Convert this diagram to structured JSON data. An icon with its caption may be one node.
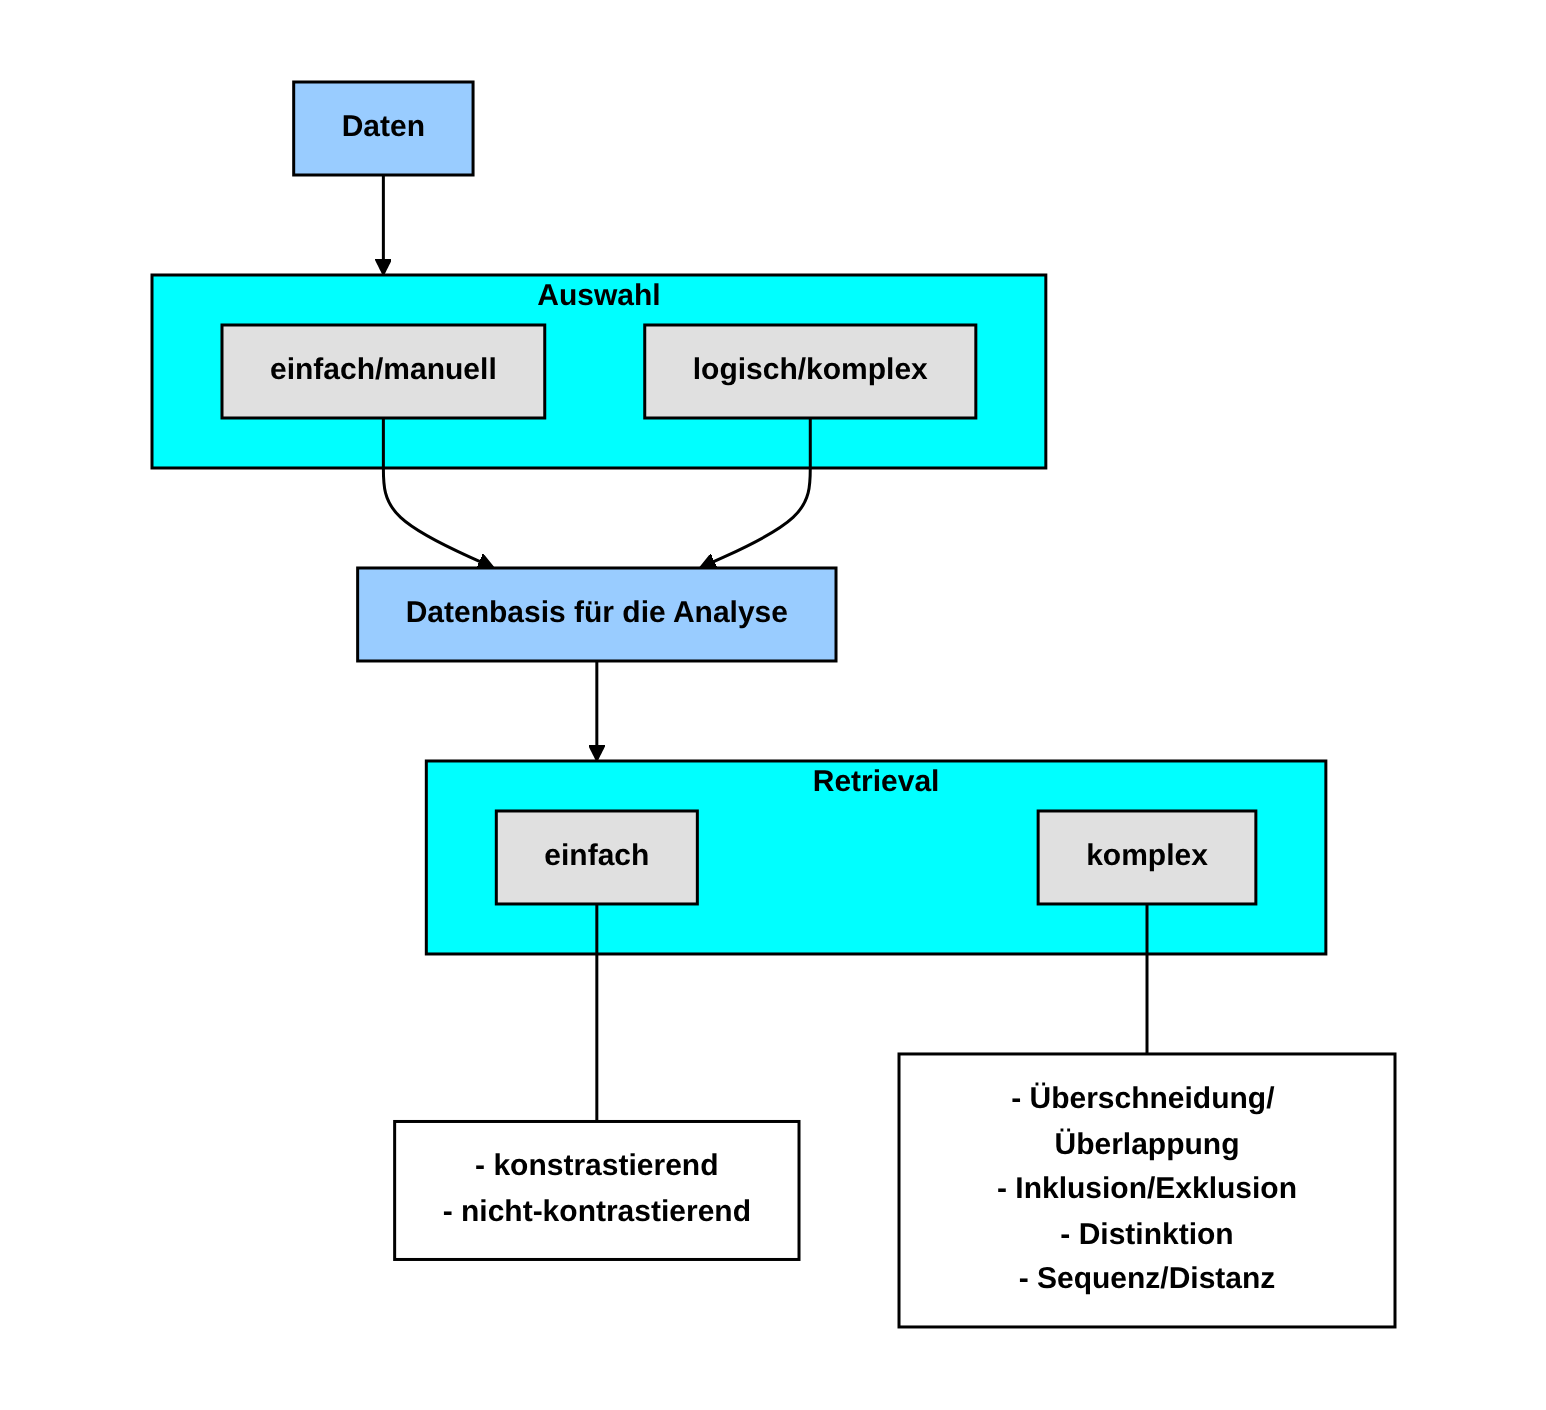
{
  "diagram": {
    "nodes": [
      {
        "text": [
          "Daten"
        ]
      },
      {
        "text": [
          "Auswahl"
        ]
      },
      {
        "text": [
          "einfach/manuell"
        ],
        "in": 1
      },
      {
        "text": [
          "logisch/komplex"
        ],
        "in": 1
      },
      {
        "text": [
          "Datenbasis für die Analyse"
        ]
      },
      {
        "text": [
          "Retrieval"
        ]
      },
      {
        "text": [
          "einfach"
        ],
        "in": 5
      },
      {
        "text": [
          "komplex"
        ],
        "in": 5
      },
      {
        "text": [
          "- konstrastierend",
          "- nicht-kontrastierend"
        ]
      },
      {
        "text": [
          "- Überschneidung/ Überlappung",
          "- Inklusion/Exklusion",
          "- Distinktion",
          "- Sequenz/Distanz"
        ]
      }
    ],
    "edges": [
      {
        "from": 0,
        "to": 1,
        "arrow": "to"
      },
      {
        "from": 2,
        "to": 4,
        "arrow": "to"
      },
      {
        "from": 3,
        "to": 4,
        "arrow": "to"
      },
      {
        "from": 4,
        "to": 5,
        "arrow": "to"
      },
      {
        "from": 6,
        "to": 8,
        "arrow": "none"
      },
      {
        "from": 7,
        "to": 9,
        "arrow": "none"
      }
    ]
  }
}
